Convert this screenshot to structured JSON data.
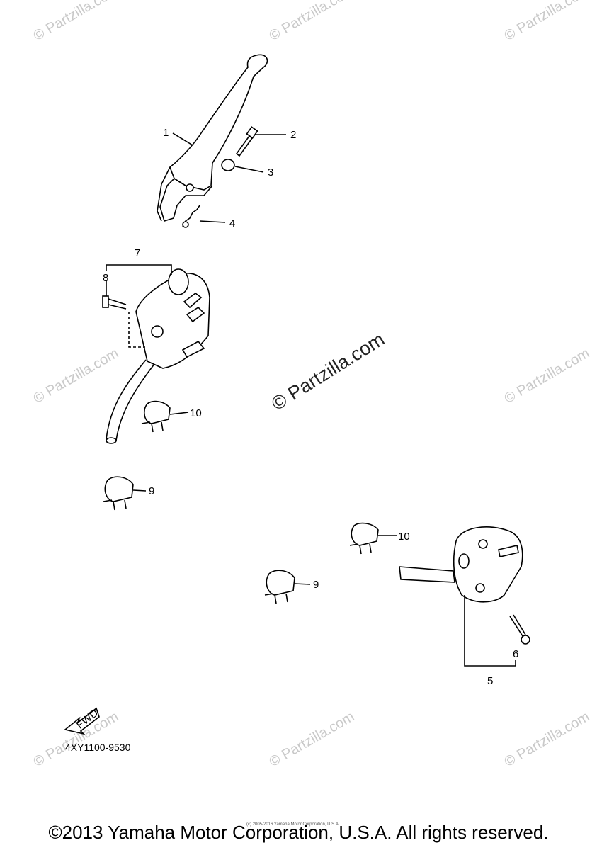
{
  "watermark": "© Partzilla.com",
  "center_watermark": "© Partzilla.com",
  "callouts": {
    "c1": "1",
    "c2": "2",
    "c3": "3",
    "c4": "4",
    "c5": "5",
    "c6": "6",
    "c7": "7",
    "c8": "8",
    "c9a": "9",
    "c9b": "9",
    "c10a": "10",
    "c10b": "10"
  },
  "fwd_label": "FWD",
  "part_code": "4XY1100-9530",
  "tiny_copyright": "(c) 2005-2016 Yamaha Motor Corporation, U.S.A.",
  "copyright": "©2013 Yamaha Motor Corporation, U.S.A. All rights reserved."
}
